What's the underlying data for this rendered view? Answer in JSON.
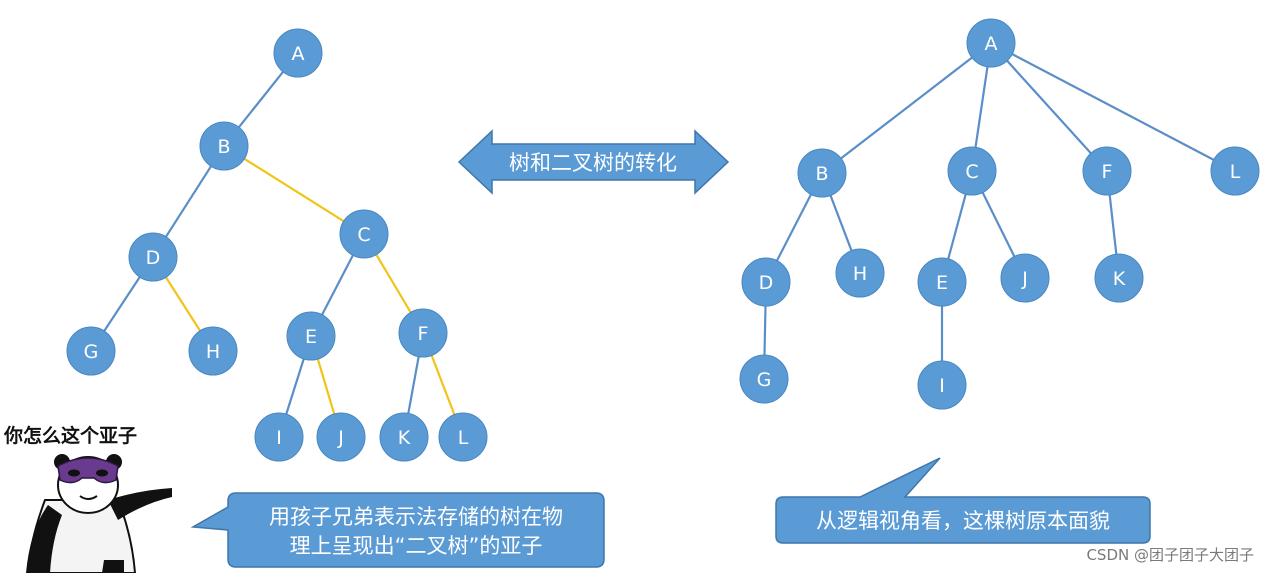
{
  "colors": {
    "node": "#5b9bd5",
    "node_stroke": "#4a87c0",
    "edge_blue": "#5b8ec8",
    "edge_yellow": "#f0c419",
    "callout": "#5b9bd5",
    "callout_stroke": "#3f76ab"
  },
  "binary_tree": {
    "nodes": [
      {
        "id": "A",
        "label": "A"
      },
      {
        "id": "B",
        "label": "B"
      },
      {
        "id": "C",
        "label": "C"
      },
      {
        "id": "D",
        "label": "D"
      },
      {
        "id": "G",
        "label": "G"
      },
      {
        "id": "H",
        "label": "H"
      },
      {
        "id": "E",
        "label": "E"
      },
      {
        "id": "F",
        "label": "F"
      },
      {
        "id": "I",
        "label": "I"
      },
      {
        "id": "J",
        "label": "J"
      },
      {
        "id": "K",
        "label": "K"
      },
      {
        "id": "L",
        "label": "L"
      }
    ],
    "edges": [
      {
        "from": "A",
        "to": "B",
        "kind": "first-child"
      },
      {
        "from": "B",
        "to": "D",
        "kind": "first-child"
      },
      {
        "from": "B",
        "to": "C",
        "kind": "sibling"
      },
      {
        "from": "D",
        "to": "G",
        "kind": "first-child"
      },
      {
        "from": "D",
        "to": "H",
        "kind": "sibling"
      },
      {
        "from": "C",
        "to": "E",
        "kind": "first-child"
      },
      {
        "from": "C",
        "to": "F",
        "kind": "sibling"
      },
      {
        "from": "E",
        "to": "I",
        "kind": "first-child"
      },
      {
        "from": "E",
        "to": "J",
        "kind": "sibling"
      },
      {
        "from": "F",
        "to": "K",
        "kind": "first-child"
      },
      {
        "from": "F",
        "to": "L",
        "kind": "sibling"
      }
    ]
  },
  "original_tree": {
    "nodes": [
      {
        "id": "A",
        "label": "A"
      },
      {
        "id": "B",
        "label": "B"
      },
      {
        "id": "C",
        "label": "C"
      },
      {
        "id": "F",
        "label": "F"
      },
      {
        "id": "L",
        "label": "L"
      },
      {
        "id": "D",
        "label": "D"
      },
      {
        "id": "H",
        "label": "H"
      },
      {
        "id": "E",
        "label": "E"
      },
      {
        "id": "J",
        "label": "J"
      },
      {
        "id": "K",
        "label": "K"
      },
      {
        "id": "G",
        "label": "G"
      },
      {
        "id": "I",
        "label": "I"
      }
    ],
    "edges": [
      {
        "from": "A",
        "to": "B"
      },
      {
        "from": "A",
        "to": "C"
      },
      {
        "from": "A",
        "to": "F"
      },
      {
        "from": "A",
        "to": "L"
      },
      {
        "from": "B",
        "to": "D"
      },
      {
        "from": "B",
        "to": "H"
      },
      {
        "from": "C",
        "to": "E"
      },
      {
        "from": "C",
        "to": "J"
      },
      {
        "from": "F",
        "to": "K"
      },
      {
        "from": "D",
        "to": "G"
      },
      {
        "from": "E",
        "to": "I"
      }
    ]
  },
  "arrow_label": "树和二叉树的转化",
  "callout_left": {
    "line1": "用孩子兄弟表示法存储的树在物",
    "line2": "理上呈现出“二叉树”的亚子"
  },
  "callout_right": {
    "text": "从逻辑视角看，这棵树原本面貌"
  },
  "meme_caption": "你怎么这个亚子",
  "watermark": "CSDN @团子团子大团子"
}
